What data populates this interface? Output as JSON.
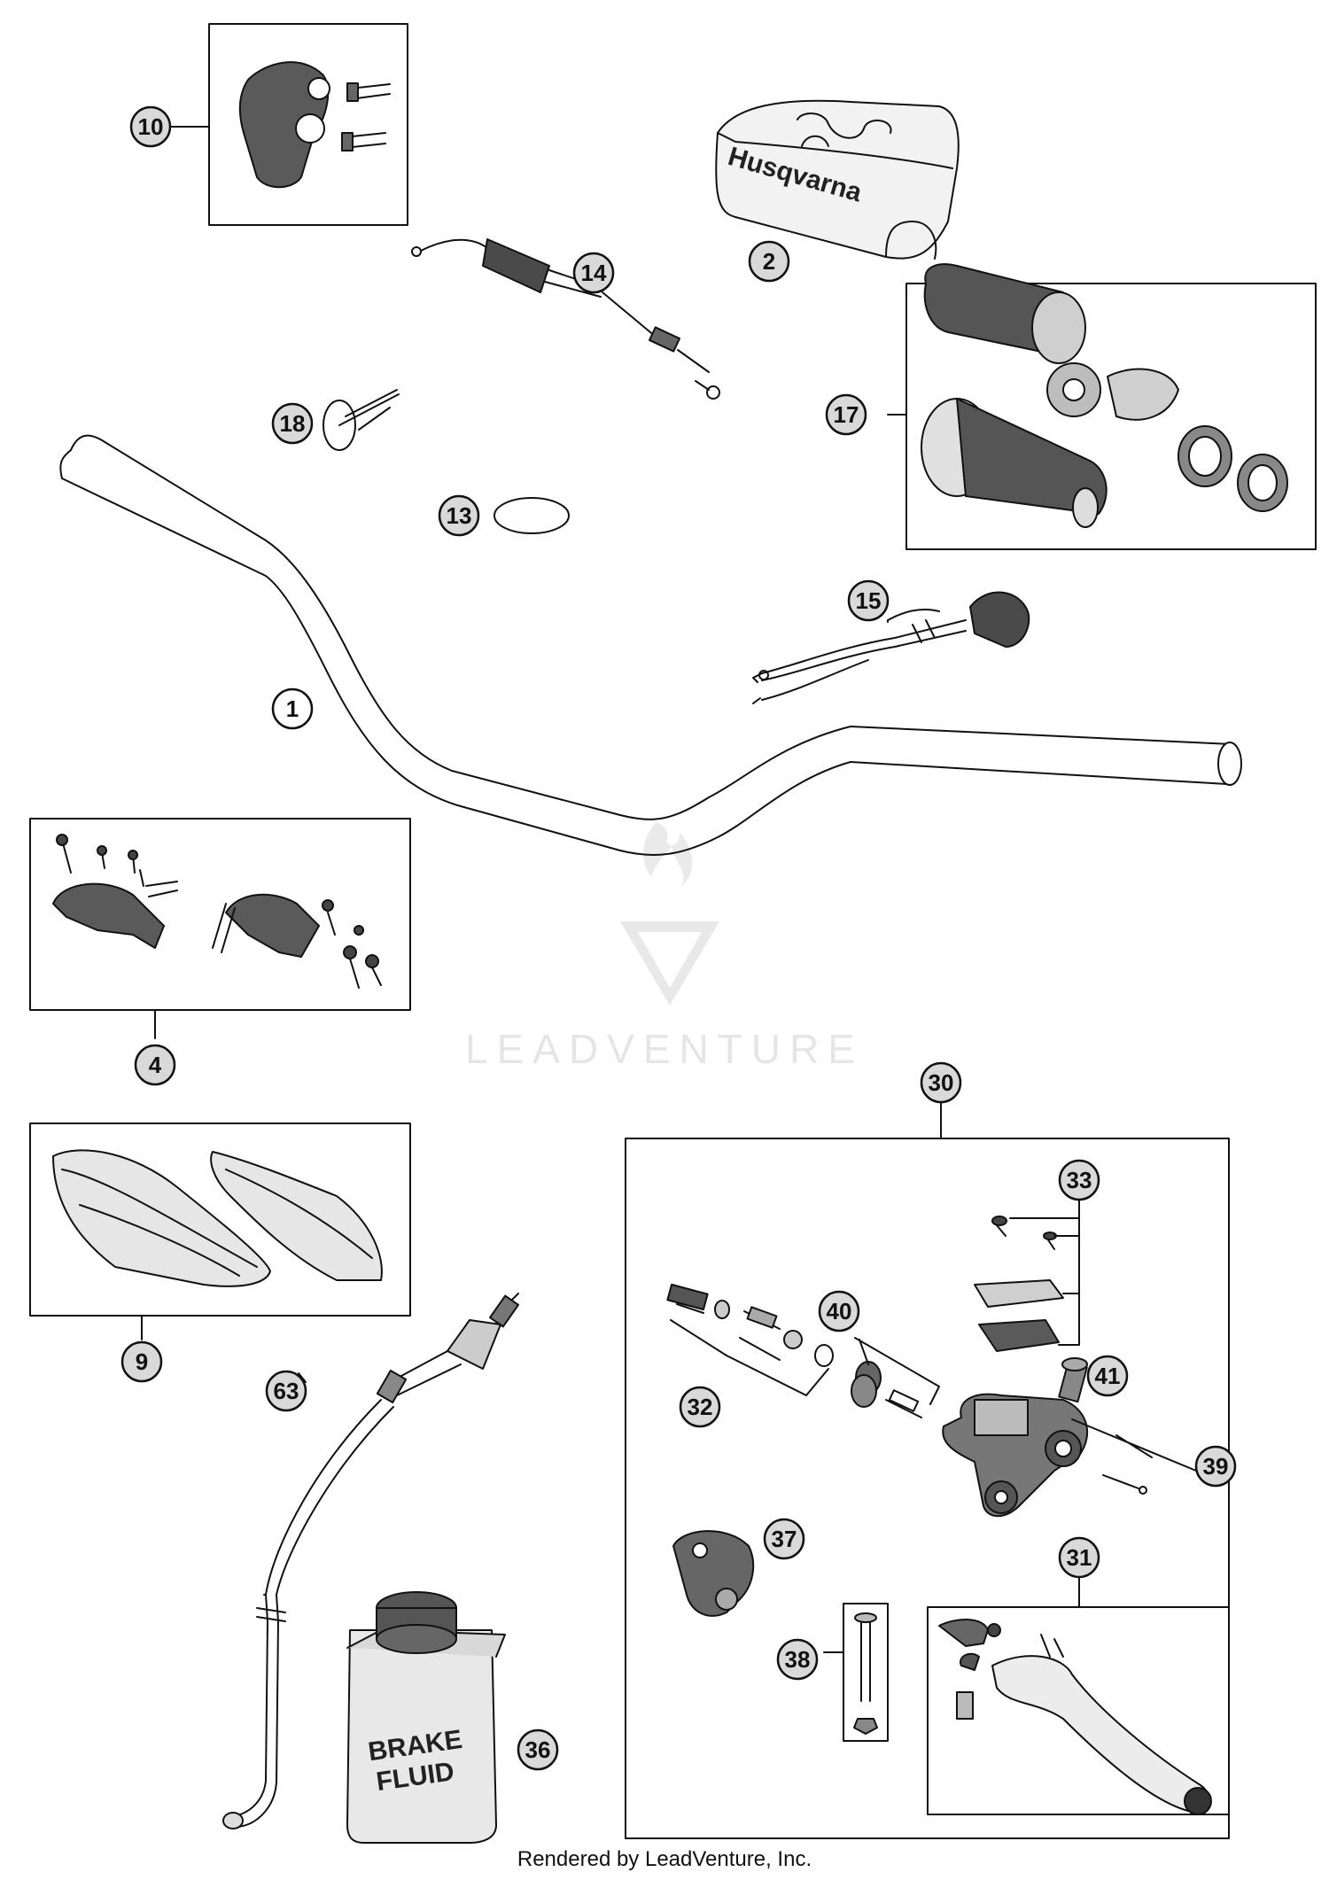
{
  "parts": [
    {
      "id": "p1",
      "number": "1",
      "name": "handlebar",
      "outlined": false
    },
    {
      "id": "p2",
      "number": "2",
      "name": "handlebar-pad",
      "outlined": true
    },
    {
      "id": "p4",
      "number": "4",
      "name": "handlebar-clamp-kit",
      "outlined": true
    },
    {
      "id": "p9",
      "number": "9",
      "name": "hand-guard-set",
      "outlined": true
    },
    {
      "id": "p10",
      "number": "10",
      "name": "throttle-housing",
      "outlined": true
    },
    {
      "id": "p13",
      "number": "13",
      "name": "o-ring",
      "outlined": true
    },
    {
      "id": "p14",
      "number": "14",
      "name": "throttle-cable",
      "outlined": true
    },
    {
      "id": "p15",
      "number": "15",
      "name": "kill-switch",
      "outlined": true
    },
    {
      "id": "p17",
      "number": "17",
      "name": "grip-set",
      "outlined": true
    },
    {
      "id": "p18",
      "number": "18",
      "name": "cable-tie",
      "outlined": true
    },
    {
      "id": "p30",
      "number": "30",
      "name": "hand-brake-cylinder",
      "outlined": true
    },
    {
      "id": "p31",
      "number": "31",
      "name": "brake-lever",
      "outlined": true
    },
    {
      "id": "p32",
      "number": "32",
      "name": "piston-kit",
      "outlined": true
    },
    {
      "id": "p33",
      "number": "33",
      "name": "reservoir-cover-kit",
      "outlined": true
    },
    {
      "id": "p36",
      "number": "36",
      "name": "brake-fluid",
      "outlined": true
    },
    {
      "id": "p37",
      "number": "37",
      "name": "hand-brake-cover",
      "outlined": true
    },
    {
      "id": "p38",
      "number": "38",
      "name": "clamp-screw-kit",
      "outlined": true
    },
    {
      "id": "p39",
      "number": "39",
      "name": "pin-set",
      "outlined": true
    },
    {
      "id": "p40",
      "number": "40",
      "name": "seal-kit",
      "outlined": true
    },
    {
      "id": "p41",
      "number": "41",
      "name": "adjusting-screw",
      "outlined": true
    },
    {
      "id": "p63",
      "number": "63",
      "name": "brake-line",
      "outlined": true
    }
  ],
  "product_text": {
    "brand_on_pad": "Husqvarna",
    "fluid_label_line1": "BRAKE",
    "fluid_label_line2": "FLUID"
  },
  "watermark": {
    "text": "LEADVENTURE"
  },
  "footer": {
    "text": "Rendered by LeadVenture, Inc."
  },
  "colors": {
    "line": "#111111",
    "part_fill": "#d9d9d9",
    "dark_fill": "#4a4a4a",
    "watermark": "#e6e6e6"
  }
}
